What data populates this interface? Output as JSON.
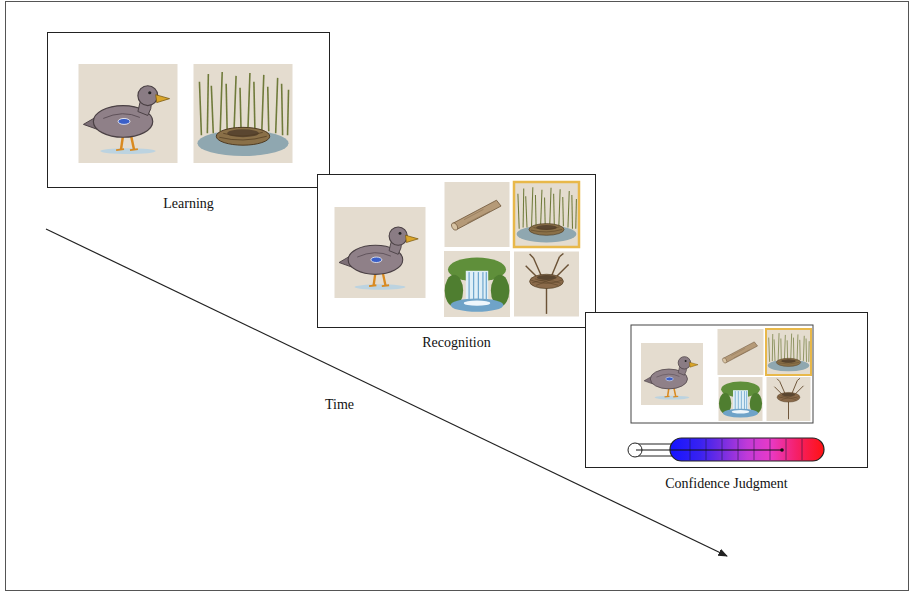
{
  "diagram": {
    "nodes": [
      {
        "text": [
          "Learning"
        ]
      },
      {
        "text": [
          "Recognition"
        ]
      },
      {
        "text": [
          "Confidence Judgment"
        ]
      }
    ],
    "labels": [
      "Time"
    ]
  }
}
